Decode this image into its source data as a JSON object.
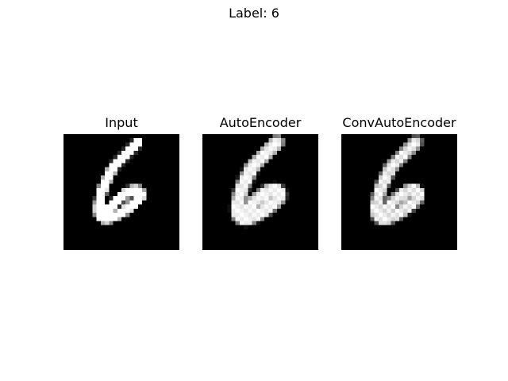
{
  "figure": {
    "title": "Label: 6",
    "panels": [
      {
        "title": "Input",
        "image": "digit-6-input"
      },
      {
        "title": "AutoEncoder",
        "image": "digit-6-autoencoder-reconstruction"
      },
      {
        "title": "ConvAutoEncoder",
        "image": "digit-6-conv-autoencoder-reconstruction"
      }
    ],
    "colors": {
      "background": "#000000",
      "stroke": "#ffffff"
    }
  }
}
